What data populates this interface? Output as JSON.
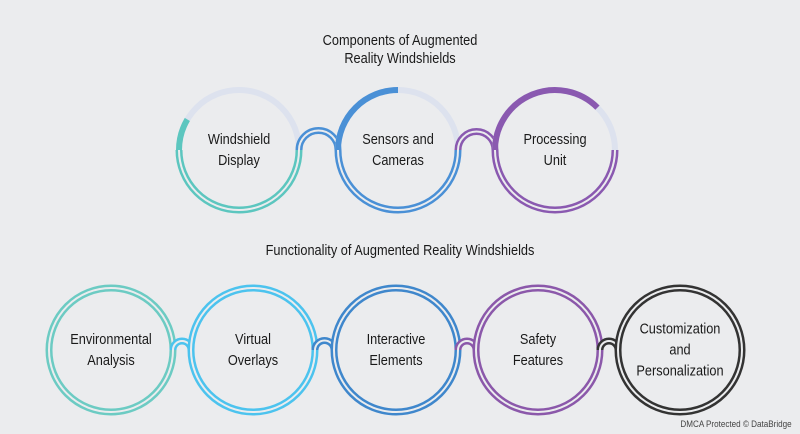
{
  "components": {
    "title": "Components of Augmented\nReality Windshields",
    "items": [
      {
        "label": "Windshield\nDisplay",
        "color": "#5cc6bf",
        "arc_fill": 0.17
      },
      {
        "label": "Sensors and\nCameras",
        "color": "#4a90d6",
        "arc_fill": 0.5
      },
      {
        "label": "Processing\nUnit",
        "color": "#8a59b0",
        "arc_fill": 0.75
      }
    ],
    "track_color": "#dde2ee"
  },
  "functionality": {
    "title": "Functionality of Augmented Reality Windshields",
    "items": [
      {
        "label": "Environmental\nAnalysis",
        "color": "#6ccbc3"
      },
      {
        "label": "Virtual\nOverlays",
        "color": "#4cc3ee"
      },
      {
        "label": "Interactive\nElements",
        "color": "#3f87cc"
      },
      {
        "label": "Safety\nFeatures",
        "color": "#8b58aa"
      },
      {
        "label": "Customization\nand\nPersonalization",
        "color": "#333333"
      }
    ]
  },
  "footer": "DMCA Protected © DataBridge"
}
